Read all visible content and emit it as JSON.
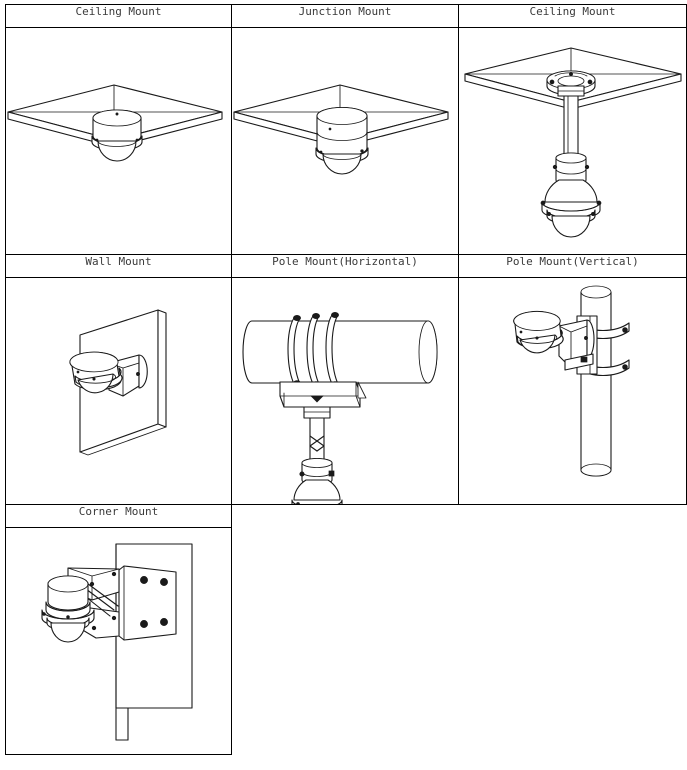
{
  "document": {
    "kind": "mounting-options-illustration-table",
    "columns": 3,
    "rows": 3
  },
  "table": {
    "rows": [
      {
        "cells": [
          {
            "label": "Ceiling Mount",
            "illustration": "dome-camera-flush-mounted-under-square-ceiling-panel"
          },
          {
            "label": "Junction Mount",
            "illustration": "dome-camera-on-junction-box-under-square-ceiling-panel"
          },
          {
            "label": "Ceiling Mount",
            "illustration": "pendant-dome-camera-on-drop-pipe-from-ceiling-plate"
          }
        ]
      },
      {
        "cells": [
          {
            "label": "Wall Mount",
            "illustration": "dome-camera-on-angled-bracket-attached-to-wall-panel"
          },
          {
            "label": "Pole Mount(Horizontal)",
            "illustration": "pendant-dome-camera-clamped-to-horizontal-pole-with-three-u-bolts"
          },
          {
            "label": "Pole Mount(Vertical)",
            "illustration": "dome-camera-on-bracket-strapped-to-vertical-pole-with-two-bands"
          }
        ]
      },
      {
        "cells": [
          {
            "label": "Corner Mount",
            "illustration": "dome-camera-on-arm-bracket-with-four-hole-plate-at-wall-corner"
          }
        ]
      }
    ]
  },
  "colors": {
    "line": "#1a1a1a",
    "border": "#000000",
    "text": "#3a3a3a",
    "background": "#ffffff"
  }
}
